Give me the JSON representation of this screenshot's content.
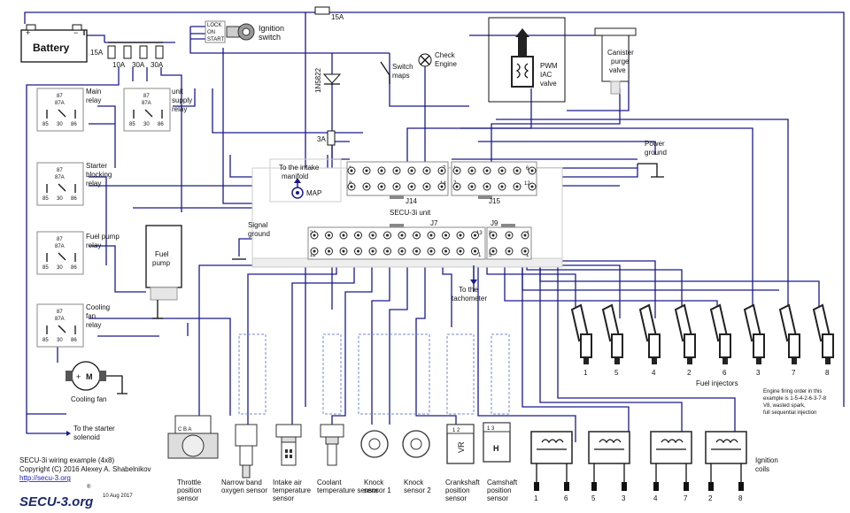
{
  "battery": {
    "label": "Battery",
    "plus": "+",
    "minus": "−"
  },
  "ignition": {
    "label1": "Ignition",
    "label2": "switch",
    "pos1": "LOCK",
    "pos2": "ON",
    "pos3": "START"
  },
  "fuses": {
    "main": "15A",
    "f10": "10A",
    "f30a": "30A",
    "f30b": "30A",
    "top": "15A",
    "f3": "3A"
  },
  "diode": "1N5822",
  "relays": [
    {
      "l1": "Main",
      "l2": "relay",
      "pins": [
        "87",
        "87A",
        "30",
        "85",
        "86"
      ]
    },
    {
      "l1": "unit",
      "l2": "supply",
      "l3": "relay",
      "pins": [
        "87",
        "87A",
        "30",
        "85",
        "86"
      ]
    },
    {
      "l1": "Starter",
      "l2": "blocking",
      "l3": "relay",
      "pins": [
        "87",
        "87A",
        "30",
        "85",
        "86"
      ]
    },
    {
      "l1": "Fuel pump",
      "l2": "relay",
      "pins": [
        "87",
        "87A",
        "30",
        "85",
        "86"
      ]
    },
    {
      "l1": "Cooling",
      "l2": "fan",
      "l3": "relay",
      "pins": [
        "87",
        "87A",
        "30",
        "85",
        "86"
      ]
    }
  ],
  "labels": {
    "switch_maps1": "Switch",
    "switch_maps2": "maps",
    "check1": "Check",
    "check2": "Engine",
    "pwm1": "PWM",
    "pwm2": "IAC",
    "pwm3": "valve",
    "canister1": "Canister",
    "canister2": "purge",
    "canister3": "valve",
    "power1": "Power",
    "power2": "ground",
    "intake1": "To the intake",
    "intake2": "manifold",
    "map": "MAP",
    "signal1": "Signal",
    "signal2": "ground",
    "unit": "SECU-3i unit",
    "j14": "J14",
    "j15": "J15",
    "j7": "J7",
    "j9": "J9",
    "fuelpump1": "Fuel",
    "fuelpump2": "pump",
    "tach1": "To the",
    "tach2": "tachometer",
    "coolfan": "Cooling fan",
    "motor": "M",
    "starter1": "To the starter",
    "starter2": "solenoid",
    "injectors": "Fuel injectors",
    "firing1": "Engine firing order in this",
    "firing2": "example is 1-5-4-2-6-3-7-8",
    "firing3": "V8, wasted spark,",
    "firing4": "full sequential injection",
    "coils1": "Ignition",
    "coils2": "coils"
  },
  "connector_pins": {
    "j14_top": [
      "1",
      "7"
    ],
    "j14_bot": [
      "8",
      "14"
    ],
    "j15_top": [
      "1",
      "6"
    ],
    "j15_bot": [
      "7",
      "12"
    ],
    "j7_top": [
      "24",
      "13"
    ],
    "j7_bot": [
      "12",
      "1"
    ],
    "j9_top": [
      "8",
      "4"
    ],
    "j9_bot": [
      "5",
      "1"
    ]
  },
  "injector_numbers": [
    "1",
    "5",
    "4",
    "2",
    "6",
    "3",
    "7",
    "8"
  ],
  "coil_numbers": [
    "1",
    "6",
    "5",
    "3",
    "4",
    "7",
    "2",
    "8"
  ],
  "sensors": [
    {
      "l1": "Throttle",
      "l2": "position",
      "l3": "sensor"
    },
    {
      "l1": "Narrow band",
      "l2": "oxygen sensor"
    },
    {
      "l1": "Intake air",
      "l2": "temperature",
      "l3": "sensor"
    },
    {
      "l1": "Coolant",
      "l2": "temperature sensor"
    },
    {
      "l1": "Knock",
      "l2": "sensor 1"
    },
    {
      "l1": "Knock",
      "l2": "sensor 2"
    },
    {
      "l1": "Crankshaft",
      "l2": "position",
      "l3": "sensor"
    },
    {
      "l1": "Camshaft",
      "l2": "position",
      "l3": "sensor"
    }
  ],
  "sensor_marks": {
    "tps": "C B A",
    "crank_pins": "1 2",
    "crank": "VR",
    "cam_pins": "1 3",
    "cam": "H"
  },
  "footer": {
    "title": "SECU-3i wiring example (4x8)",
    "copyright": "Copyright (C) 2016 Alexey A. Shabelnikov",
    "url": "http://secu-3.org",
    "logo": "SECU-3.org",
    "registered": "®",
    "date": "10 Aug 2017"
  }
}
